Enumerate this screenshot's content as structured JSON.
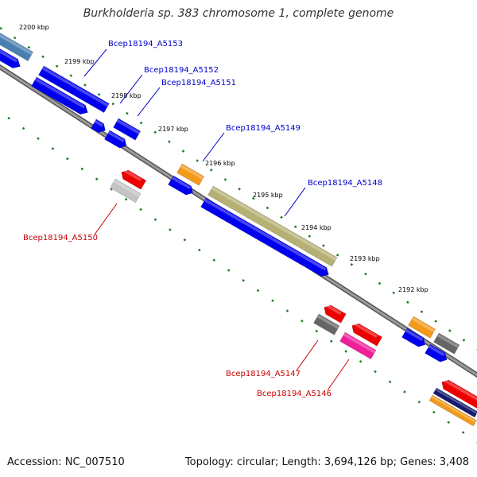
{
  "title": "Burkholderia sp. 383 chromosome 1, complete genome",
  "footer": {
    "accession": "Accession: NC_007510",
    "summary": "Topology: circular; Length: 3,694,126 bp; Genes: 3,408"
  },
  "colors": {
    "background": "#ffffff",
    "backbone": "#808080",
    "tick": "#1f7a1f",
    "forward_label": "#0000cc",
    "reverse_label": "#cc0000",
    "cds_blue": "#0000ee",
    "steel_blue": "#4a7fb0",
    "khaki": "#b5b073",
    "orange": "#f39a1a",
    "red": "#ee0000",
    "light_gray": "#c4c4c4",
    "dark_gray": "#666666",
    "magenta": "#f0209a",
    "navy": "#141a6e"
  },
  "kbp_ticks": [
    "2200 kbp",
    "2199 kbp",
    "2198 kbp",
    "2197 kbp",
    "2196 kbp",
    "2195 kbp",
    "2194 kbp",
    "2193 kbp",
    "2192 kbp"
  ],
  "gene_labels": [
    {
      "text": "Bcep18194_A5153",
      "strand": "forward"
    },
    {
      "text": "Bcep18194_A5152",
      "strand": "forward"
    },
    {
      "text": "Bcep18194_A5151",
      "strand": "forward"
    },
    {
      "text": "Bcep18194_A5149",
      "strand": "forward"
    },
    {
      "text": "Bcep18194_A5148",
      "strand": "forward"
    },
    {
      "text": "Bcep18194_A5150",
      "strand": "reverse"
    },
    {
      "text": "Bcep18194_A5147",
      "strand": "reverse"
    },
    {
      "text": "Bcep18194_A5146",
      "strand": "reverse"
    }
  ]
}
